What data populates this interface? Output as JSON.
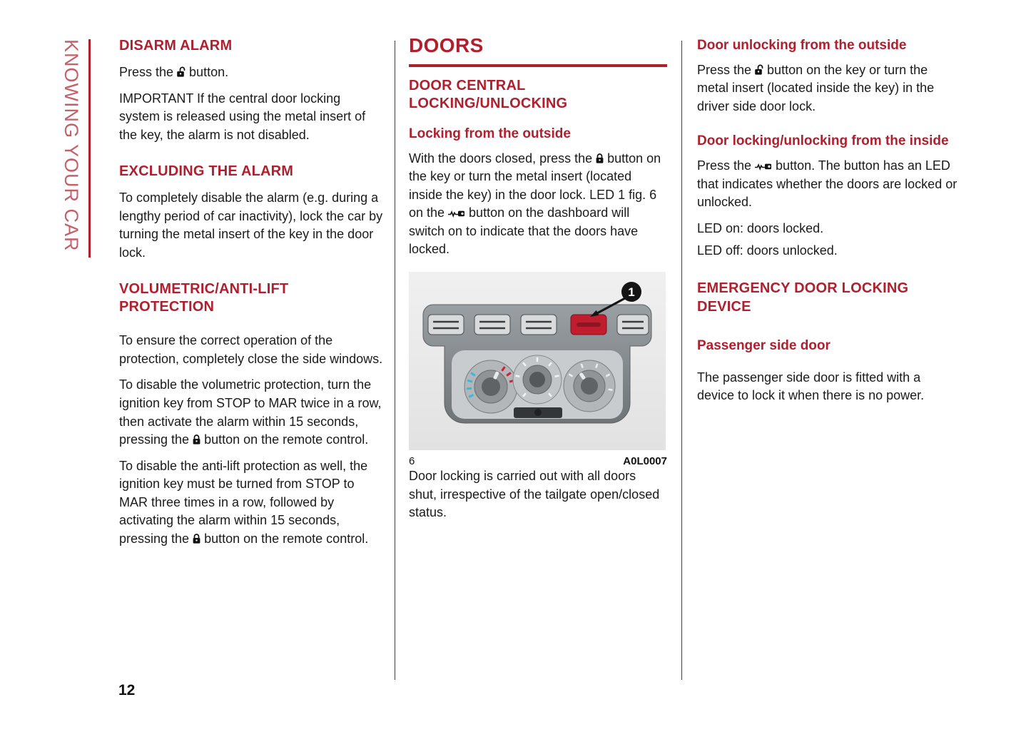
{
  "page": {
    "number": "12",
    "sidebar_label": "KNOWING YOUR CAR"
  },
  "colors": {
    "accent_red": "#b01f2e",
    "sidebar_text": "#c46069"
  },
  "icons": {
    "lock-closed-icon": "closed padlock (door lock button)",
    "lock-open-icon": "open padlock (door unlock button)",
    "key-button-icon": "dashboard central door locking key button"
  },
  "col1": {
    "disarm": {
      "heading": "DISARM ALARM",
      "press_pre": "Press the",
      "press_post": "button.",
      "important": "IMPORTANT If the central door locking system is released using the metal insert of the key, the alarm is not disabled."
    },
    "excluding": {
      "heading": "EXCLUDING THE ALARM",
      "body": "To completely disable the alarm (e.g. during a lengthy period of car inactivity), lock the car by turning the metal insert of the key in the door lock."
    },
    "volumetric": {
      "heading": "VOLUMETRIC/ANTI-LIFT PROTECTION",
      "p1": "To ensure the correct operation of the protection, completely close the side windows.",
      "p2_pre": "To disable the volumetric protection, turn the ignition key from STOP to MAR twice in a row, then activate the alarm within 15 seconds, pressing the",
      "p2_post": "button on the remote control.",
      "p3_pre": "To disable the anti-lift protection as well, the ignition key must be turned from STOP to MAR three times in a row, followed by activating the alarm within 15 seconds, pressing the",
      "p3_post": "button on the remote control."
    }
  },
  "col2": {
    "title": "DOORS",
    "section_heading": "DOOR CENTRAL LOCKING/UNLOCKING",
    "locking_outside": {
      "heading": "Locking from the outside",
      "p1_pre": "With the doors closed, press the",
      "p1_mid": "button on the key or turn the metal insert (located inside the key) in the door lock. LED 1 fig. 6 on the",
      "p1_post": "button on the dashboard will switch on to indicate that the doors have locked."
    },
    "figure": {
      "number": "6",
      "code": "A0L0007",
      "callout": "1"
    },
    "after_figure": "Door locking is carried out with all doors shut, irrespective of the tailgate open/closed status."
  },
  "col3": {
    "unlock_outside": {
      "heading": "Door unlocking from the outside",
      "p_pre": "Press the",
      "p_post": "button on the key or turn the metal insert (located inside the key) in the driver side door lock."
    },
    "lock_inside": {
      "heading": "Door locking/unlocking from the inside",
      "p_pre": "Press the",
      "p_post": "button. The button has an LED that indicates whether the doors are locked or unlocked.",
      "led_on": "LED on: doors locked.",
      "led_off": "LED off: doors unlocked."
    },
    "emergency": {
      "heading": "EMERGENCY DOOR LOCKING DEVICE",
      "passenger_heading": "Passenger side door",
      "body": "The passenger side door is fitted with a device to lock it when there is no power."
    }
  }
}
